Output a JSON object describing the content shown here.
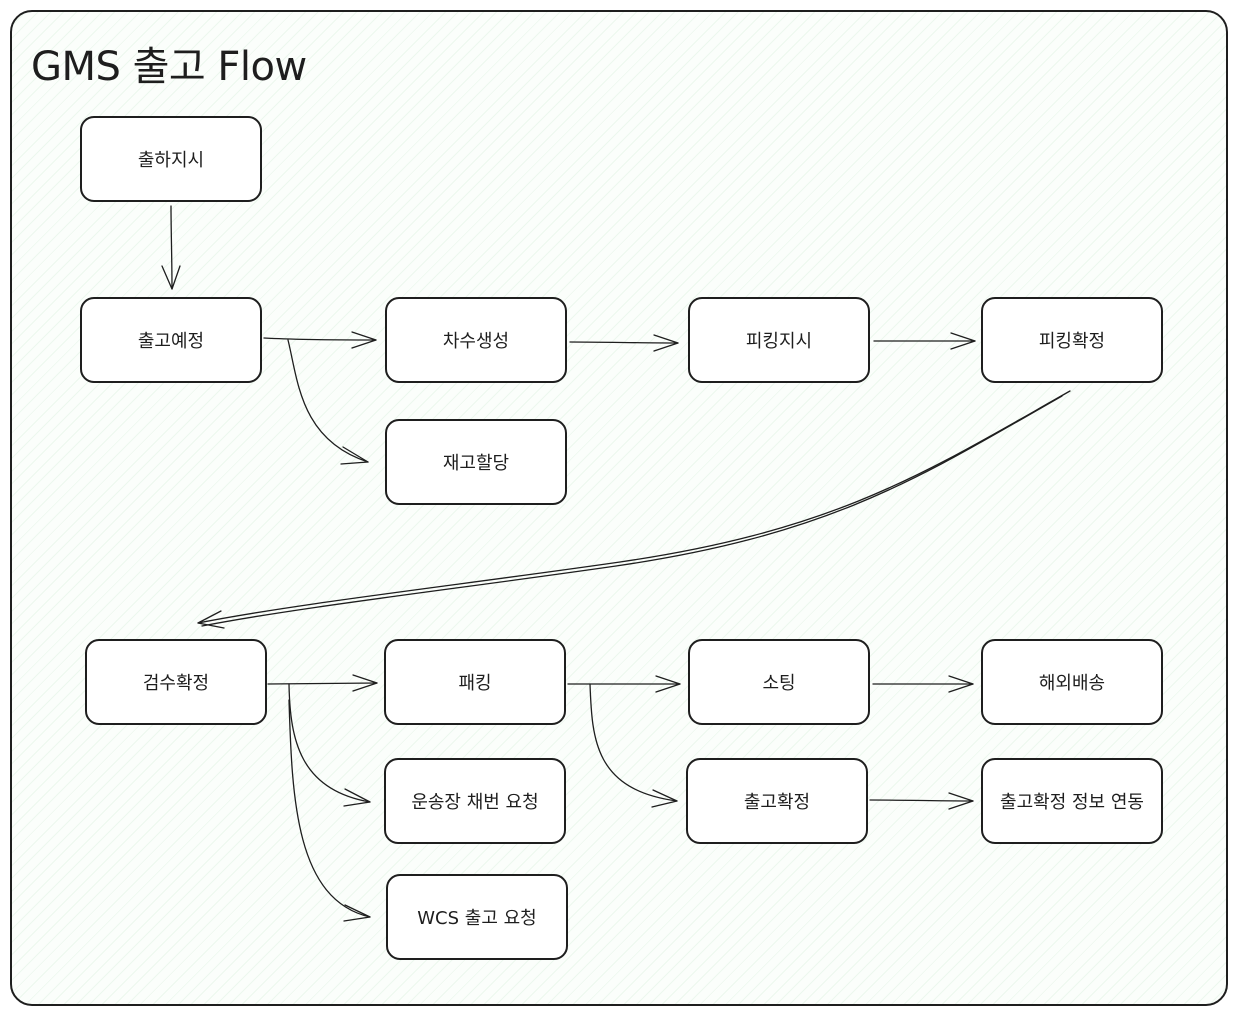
{
  "diagram": {
    "title": "GMS 출고 Flow",
    "nodes": {
      "ship_order": "출하지시",
      "outbound_plan": "출고예정",
      "wave_create": "차수생성",
      "picking_order": "피킹지시",
      "picking_confirm": "피킹확정",
      "stock_alloc": "재고할당",
      "inspection_confirm": "검수확정",
      "packing": "패킹",
      "sorting": "소팅",
      "overseas_delivery": "해외배송",
      "waybill_request": "운송장 채번 요청",
      "outbound_confirm": "출고확정",
      "outbound_info_sync": "출고확정 정보 연동",
      "wcs_request": "WCS 출고 요청"
    },
    "edges": [
      [
        "ship_order",
        "outbound_plan"
      ],
      [
        "outbound_plan",
        "wave_create"
      ],
      [
        "outbound_plan",
        "stock_alloc"
      ],
      [
        "wave_create",
        "picking_order"
      ],
      [
        "picking_order",
        "picking_confirm"
      ],
      [
        "picking_confirm",
        "inspection_confirm"
      ],
      [
        "inspection_confirm",
        "packing"
      ],
      [
        "inspection_confirm",
        "waybill_request"
      ],
      [
        "inspection_confirm",
        "wcs_request"
      ],
      [
        "packing",
        "sorting"
      ],
      [
        "packing",
        "outbound_confirm"
      ],
      [
        "sorting",
        "overseas_delivery"
      ],
      [
        "outbound_confirm",
        "outbound_info_sync"
      ]
    ]
  }
}
